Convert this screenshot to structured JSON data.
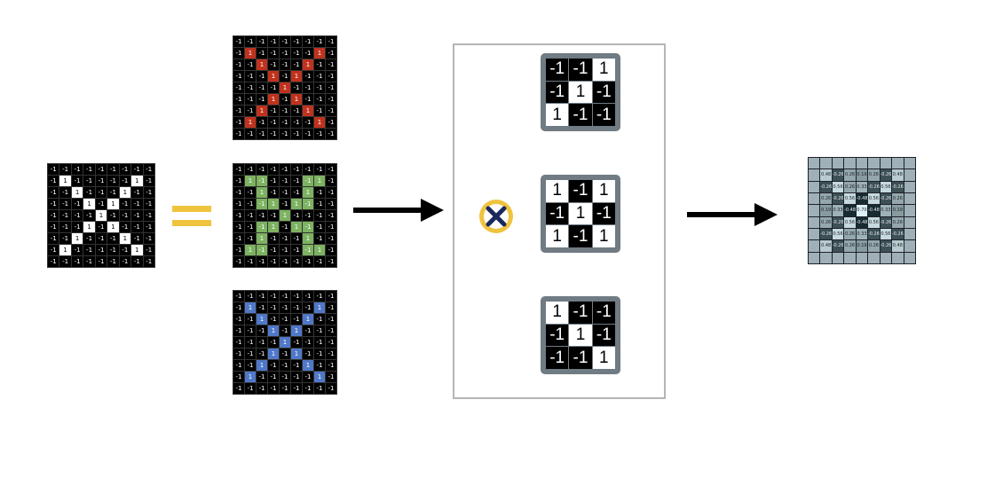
{
  "input_grid": [
    [
      -1,
      -1,
      -1,
      -1,
      -1,
      -1,
      -1,
      -1,
      -1
    ],
    [
      -1,
      1,
      -1,
      -1,
      -1,
      -1,
      -1,
      1,
      -1
    ],
    [
      -1,
      -1,
      1,
      -1,
      -1,
      -1,
      1,
      -1,
      -1
    ],
    [
      -1,
      -1,
      -1,
      1,
      -1,
      1,
      -1,
      -1,
      -1
    ],
    [
      -1,
      -1,
      -1,
      -1,
      1,
      -1,
      -1,
      -1,
      -1
    ],
    [
      -1,
      -1,
      -1,
      1,
      -1,
      1,
      -1,
      -1,
      -1
    ],
    [
      -1,
      -1,
      1,
      -1,
      -1,
      -1,
      1,
      -1,
      -1
    ],
    [
      -1,
      1,
      -1,
      -1,
      -1,
      -1,
      -1,
      1,
      -1
    ],
    [
      -1,
      -1,
      -1,
      -1,
      -1,
      -1,
      -1,
      -1,
      -1
    ]
  ],
  "highlight_grids": [
    {
      "color": "#c0321d",
      "pattern": "anti-diagonal"
    },
    {
      "color": "#7cb260",
      "pattern": "center"
    },
    {
      "color": "#4f78c8",
      "pattern": "main-diagonal"
    }
  ],
  "filters": [
    [
      [
        -1,
        -1,
        1
      ],
      [
        -1,
        1,
        -1
      ],
      [
        1,
        -1,
        -1
      ]
    ],
    [
      [
        1,
        -1,
        1
      ],
      [
        -1,
        1,
        -1
      ],
      [
        1,
        -1,
        1
      ]
    ],
    [
      [
        1,
        -1,
        -1
      ],
      [
        -1,
        1,
        -1
      ],
      [
        -1,
        -1,
        1
      ]
    ]
  ],
  "output_grid": [
    [
      "0.48",
      "-0.26",
      "0.26",
      "0.19",
      "0.26",
      "-0.26",
      "0.48"
    ],
    [
      "-0.26",
      "0.56",
      "0.26",
      "0.33",
      "-0.26",
      "0.56",
      "-0.26"
    ],
    [
      "0.26",
      "-0.26",
      "0.56",
      "-0.48",
      "0.56",
      "-0.26",
      "0.26"
    ],
    [
      "0.19",
      "0.33",
      "-0.48",
      "0.70",
      "-0.48",
      "0.33",
      "0.19"
    ],
    [
      "0.26",
      "-0.26",
      "0.56",
      "-0.48",
      "0.56",
      "-0.26",
      "0.26"
    ],
    [
      "-0.26",
      "0.56",
      "0.26",
      "0.33",
      "-0.26",
      "0.56",
      "-0.26"
    ],
    [
      "0.48",
      "-0.26",
      "0.26",
      "0.19",
      "0.26",
      "-0.26",
      "0.48"
    ]
  ],
  "colors": {
    "accent": "#f0c33e",
    "multiply_x": "#1b2a5c",
    "filter_frame": "#707b83"
  }
}
